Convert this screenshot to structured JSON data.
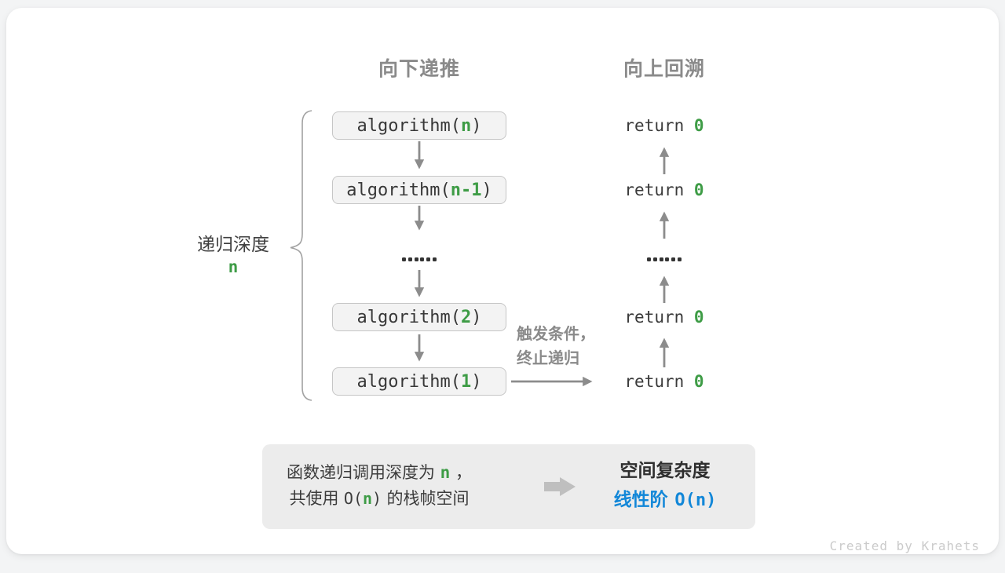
{
  "colors": {
    "green_accent": "#3e9c46",
    "blue_accent": "#1287d8",
    "arrow_gray": "#8c8c8c",
    "header_gray": "#8a8a8a",
    "box_bg": "#f3f3f3",
    "box_border": "#c6c6c6",
    "summary_bg": "#ececec"
  },
  "headers": {
    "downward": "向下递推",
    "upward": "向上回溯"
  },
  "depth_label": {
    "text": "递归深度",
    "var": "n"
  },
  "rows": [
    {
      "call": {
        "pre": "algorithm(",
        "arg": "n",
        "post": ")"
      },
      "ret": {
        "pre": "return ",
        "val": "0"
      }
    },
    {
      "call": {
        "pre": "algorithm(",
        "arg": "n-1",
        "post": ")"
      },
      "ret": {
        "pre": "return ",
        "val": "0"
      }
    },
    {
      "dots": "......"
    },
    {
      "call": {
        "pre": "algorithm(",
        "arg": "2",
        "post": ")"
      },
      "ret": {
        "pre": "return ",
        "val": "0"
      }
    },
    {
      "call": {
        "pre": "algorithm(",
        "arg": "1",
        "post": ")"
      },
      "ret": {
        "pre": "return ",
        "val": "0"
      }
    }
  ],
  "trigger_label": {
    "line1": "触发条件，",
    "line2": "终止递归"
  },
  "summary": {
    "line1": {
      "pre": "函数递归调用深度为",
      "var": "n",
      "post": "，"
    },
    "line2": {
      "pre": "共使用",
      "o_open": "O(",
      "var": "n",
      "o_close": ")",
      "post": "的栈帧空间"
    },
    "title": "空间复杂度",
    "result_label": "线性阶",
    "result_o": "O(n)"
  },
  "credit": "Created by Krahets"
}
